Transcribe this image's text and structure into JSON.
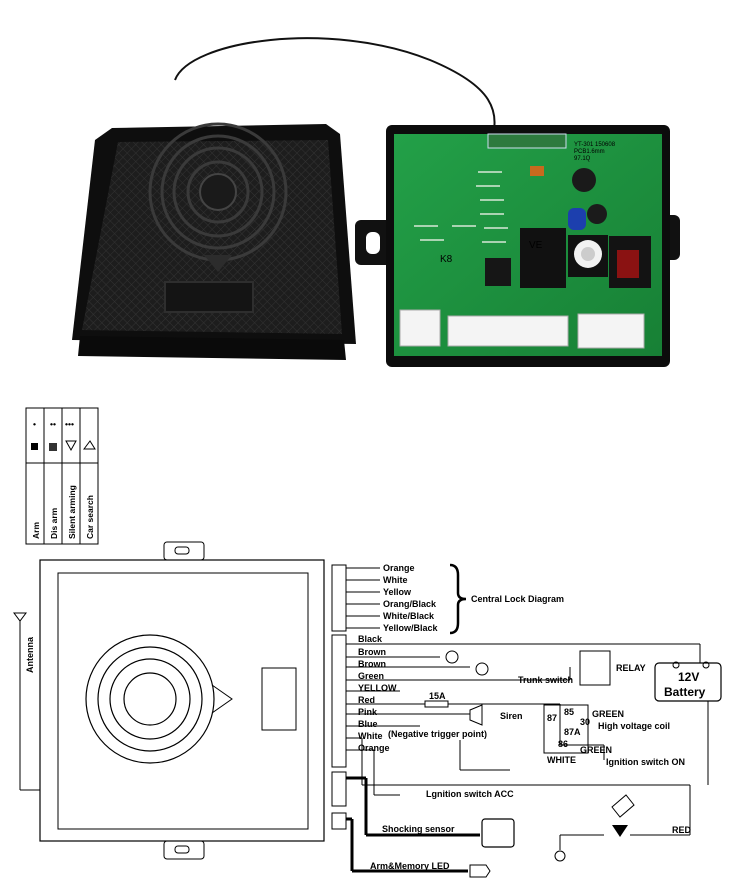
{
  "photo": {
    "ic_label": "VE",
    "board_text": "YT-301 150608",
    "board_text2": "PCB1.6mm",
    "board_text3": "97.1Q",
    "silk": "K8"
  },
  "function_table": {
    "rows": [
      {
        "label": "Arm",
        "dots": "•"
      },
      {
        "label": "Dis arm",
        "dots": "••"
      },
      {
        "label": "Silent arming",
        "dots": "•••"
      },
      {
        "label": "Car search",
        "dots": ""
      }
    ]
  },
  "antenna_label": "Antenna",
  "central_lock": {
    "wires": [
      "Orange",
      "White",
      "Yellow",
      "Orang/Black",
      "White/Black",
      "Yellow/Black"
    ],
    "title": "Central Lock Diagram"
  },
  "main_wires": [
    "Black",
    "Brown",
    "Brown",
    "Green",
    "YELLOW",
    "Red",
    "Pink",
    "Blue",
    "White",
    "Orange"
  ],
  "labels": {
    "trunk_switch": "Trunk switch",
    "relay": "RELAY",
    "battery_v": "12V",
    "battery": "Battery",
    "fuse": "15A",
    "siren": "Siren",
    "neg_trigger": "(Negative trigger point)",
    "green_a": "GREEN",
    "high_voltage": "High voltage coil",
    "white": "WHITE",
    "green_b": "GREEN",
    "ignition_on": "Ignition switch ON",
    "pin87": "87",
    "pin85": "85",
    "pin30": "30",
    "pin87a": "87A",
    "pin86": "86",
    "ignition_acc": "Lgnition switch ACC",
    "red": "RED",
    "shock": "Shocking sensor",
    "led": "Arm&Memory LED"
  }
}
